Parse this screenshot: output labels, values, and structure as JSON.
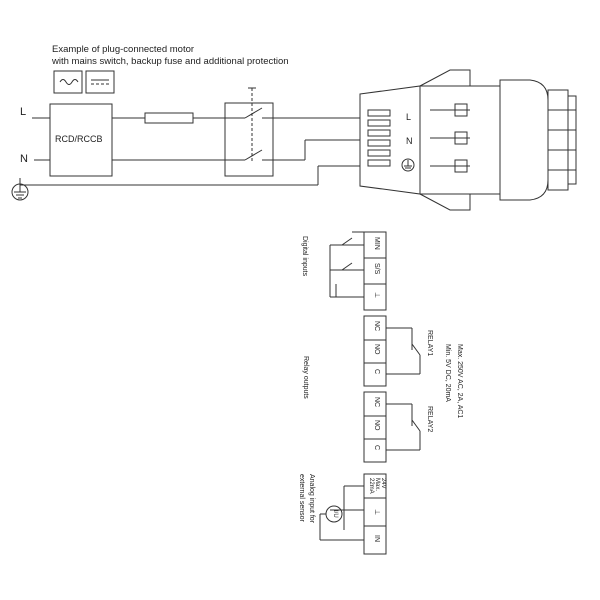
{
  "caption": {
    "line1": "Example of plug-connected motor",
    "line2": "with mains switch, backup fuse and additional protection"
  },
  "mains": {
    "l_label": "L",
    "n_label": "N"
  },
  "protection_device": {
    "label": "RCD/RCCB"
  },
  "plug_terminals": {
    "l": "L",
    "n": "N"
  },
  "digital_inputs": {
    "group_label": "Digital inputs",
    "terminals": [
      "MIN",
      "S/S",
      "⊥"
    ]
  },
  "relay_outputs": {
    "group_label": "Relay outputs",
    "relay1": {
      "label": "RELAY1",
      "terminals": [
        "NC",
        "NO",
        "C"
      ]
    },
    "relay2": {
      "label": "RELAY2",
      "terminals": [
        "NC",
        "NO",
        "C"
      ]
    },
    "rating_max": "Max. 250V AC, 2A, AC1",
    "rating_min": "Min. 5V DC, 20mA"
  },
  "analog_input": {
    "group_label_1": "Analog input for",
    "group_label_2": "external sensor",
    "supply_line1": "24V",
    "supply_line2": "Max.",
    "supply_line3": "22mA",
    "terminals": [
      "⊥",
      "IN"
    ],
    "sensor_label": "I/U"
  }
}
